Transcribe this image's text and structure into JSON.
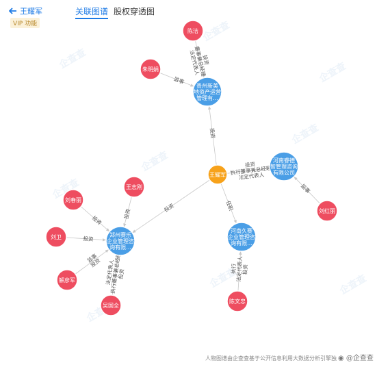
{
  "header": {
    "back_label": "王耀军",
    "vip_badge": "VIP 功能",
    "tabs": [
      {
        "label": "关联图谱",
        "active": true
      },
      {
        "label": "股权穿透图",
        "active": false
      }
    ]
  },
  "colors": {
    "company": "#4a9ee6",
    "person": "#ee4d60",
    "center": "#f7a21b",
    "accent": "#1e7be6"
  },
  "watermark": "企查查",
  "footer": {
    "note": "人物图谱由企查查基于公开信息利用大数据分析引擎独",
    "weibo": "@企查查"
  },
  "graph": {
    "nodes": [
      {
        "id": "wyj",
        "type": "center",
        "lines": [
          "王耀军"
        ]
      },
      {
        "id": "gzxm",
        "type": "company",
        "lines": [
          "贵州新美",
          "地资产运营",
          "管理有..."
        ]
      },
      {
        "id": "hnrd",
        "type": "company",
        "lines": [
          "河南睿德",
          "智管理咨询",
          "有限公司"
        ]
      },
      {
        "id": "hnjf",
        "type": "company",
        "lines": [
          "河南久赛",
          "企业管理咨",
          "询有限..."
        ]
      },
      {
        "id": "zzsl",
        "type": "company",
        "lines": [
          "郑州赛乐",
          "企业管理咨",
          "询有限..."
        ]
      },
      {
        "id": "cj",
        "type": "person",
        "lines": [
          "陈洁"
        ]
      },
      {
        "id": "zmm",
        "type": "person",
        "lines": [
          "朱明娟"
        ]
      },
      {
        "id": "lhl",
        "type": "person",
        "lines": [
          "刘红丽"
        ]
      },
      {
        "id": "cwz",
        "type": "person",
        "lines": [
          "陈文忠"
        ]
      },
      {
        "id": "wzy",
        "type": "person",
        "lines": [
          "王志刚"
        ]
      },
      {
        "id": "lcl",
        "type": "person",
        "lines": [
          "刘春丽"
        ]
      },
      {
        "id": "lw",
        "type": "person",
        "lines": [
          "刘卫"
        ]
      },
      {
        "id": "xyj",
        "type": "person",
        "lines": [
          "解彦军"
        ]
      },
      {
        "id": "wgq",
        "type": "person",
        "lines": [
          "吴国全"
        ]
      }
    ],
    "edges": [
      {
        "from": "wyj",
        "to": "gzxm",
        "labels": [
          "投资"
        ]
      },
      {
        "from": "wyj",
        "to": "hnrd",
        "labels": [
          "投资",
          "执行董事兼总经理",
          "法定代表人"
        ]
      },
      {
        "from": "wyj",
        "to": "hnjf",
        "labels": [
          "任职"
        ]
      },
      {
        "from": "wyj",
        "to": "zzsl",
        "labels": [
          "投资"
        ]
      },
      {
        "from": "cj",
        "to": "gzxm",
        "labels": [
          "投资",
          "董事兼总经理",
          "法定代表人"
        ]
      },
      {
        "from": "zmm",
        "to": "gzxm",
        "labels": [
          "监事"
        ]
      },
      {
        "from": "lhl",
        "to": "hnrd",
        "labels": [
          "监事"
        ]
      },
      {
        "from": "cwz",
        "to": "hnjf",
        "labels": [
          "执行",
          "法定代表人",
          "投资"
        ]
      },
      {
        "from": "wzy",
        "to": "zzsl",
        "labels": [
          "投资"
        ]
      },
      {
        "from": "lcl",
        "to": "zzsl",
        "labels": [
          "投资"
        ]
      },
      {
        "from": "lw",
        "to": "zzsl",
        "labels": [
          "投资"
        ]
      },
      {
        "from": "xyj",
        "to": "zzsl",
        "labels": [
          "监事",
          "投资"
        ]
      },
      {
        "from": "wgq",
        "to": "zzsl",
        "labels": [
          "法定代表人",
          "执行董事兼总经理",
          "投资"
        ]
      }
    ]
  }
}
